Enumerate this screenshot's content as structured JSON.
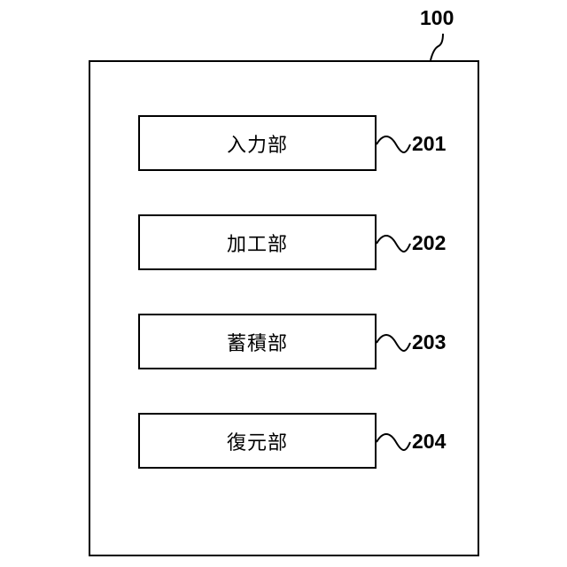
{
  "diagram": {
    "system": {
      "ref": "100"
    },
    "units": [
      {
        "label": "入力部",
        "ref": "201"
      },
      {
        "label": "加工部",
        "ref": "202"
      },
      {
        "label": "蓄積部",
        "ref": "203"
      },
      {
        "label": "復元部",
        "ref": "204"
      }
    ]
  }
}
